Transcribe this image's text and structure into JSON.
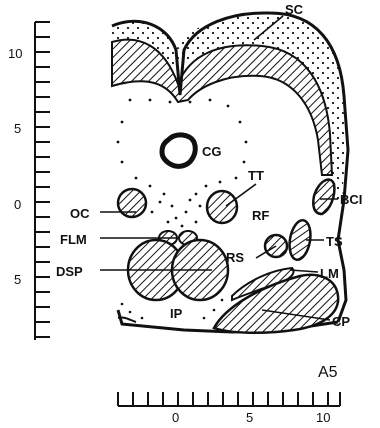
{
  "figure": {
    "panel_label": "A5",
    "vertical_scale": {
      "ticks": [
        "10",
        "5",
        "0",
        "5"
      ]
    },
    "horizontal_scale": {
      "ticks": [
        "0",
        "5",
        "10"
      ]
    }
  },
  "structures": [
    {
      "id": "sc",
      "label": "SC"
    },
    {
      "id": "cg",
      "label": "CG"
    },
    {
      "id": "tt",
      "label": "TT"
    },
    {
      "id": "oc",
      "label": "OC"
    },
    {
      "id": "rf",
      "label": "RF"
    },
    {
      "id": "bci",
      "label": "BCI"
    },
    {
      "id": "flm",
      "label": "FLM"
    },
    {
      "id": "ts",
      "label": "TS"
    },
    {
      "id": "rs",
      "label": "RS"
    },
    {
      "id": "dsp",
      "label": "DSP"
    },
    {
      "id": "lm",
      "label": "LM"
    },
    {
      "id": "ip",
      "label": "IP"
    },
    {
      "id": "cp",
      "label": "CP"
    }
  ]
}
